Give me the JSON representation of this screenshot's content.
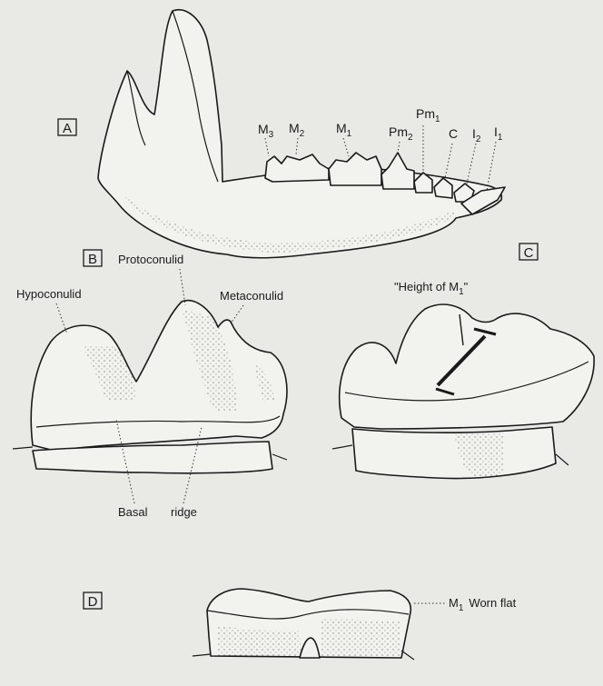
{
  "panels": {
    "A": {
      "letter": "A",
      "teeth": [
        {
          "base": "M",
          "sub": "3"
        },
        {
          "base": "M",
          "sub": "2"
        },
        {
          "base": "M",
          "sub": "1"
        },
        {
          "base": "Pm",
          "sub": "2"
        },
        {
          "base": "Pm",
          "sub": "1"
        },
        {
          "base": "C",
          "sub": ""
        },
        {
          "base": "I",
          "sub": "2"
        },
        {
          "base": "I",
          "sub": "1"
        }
      ]
    },
    "B": {
      "letter": "B",
      "protoconulid": "Protoconulid",
      "hypoconulid": "Hypoconulid",
      "metaconulid": "Metaconulid",
      "basal": "Basal",
      "ridge": "ridge"
    },
    "C": {
      "letter": "C",
      "height_prefix": "\"Height of M",
      "height_sub": "1",
      "height_suffix": "\""
    },
    "D": {
      "letter": "D",
      "m1_base": "M",
      "m1_sub": "1",
      "worn_flat": "Worn flat"
    }
  }
}
